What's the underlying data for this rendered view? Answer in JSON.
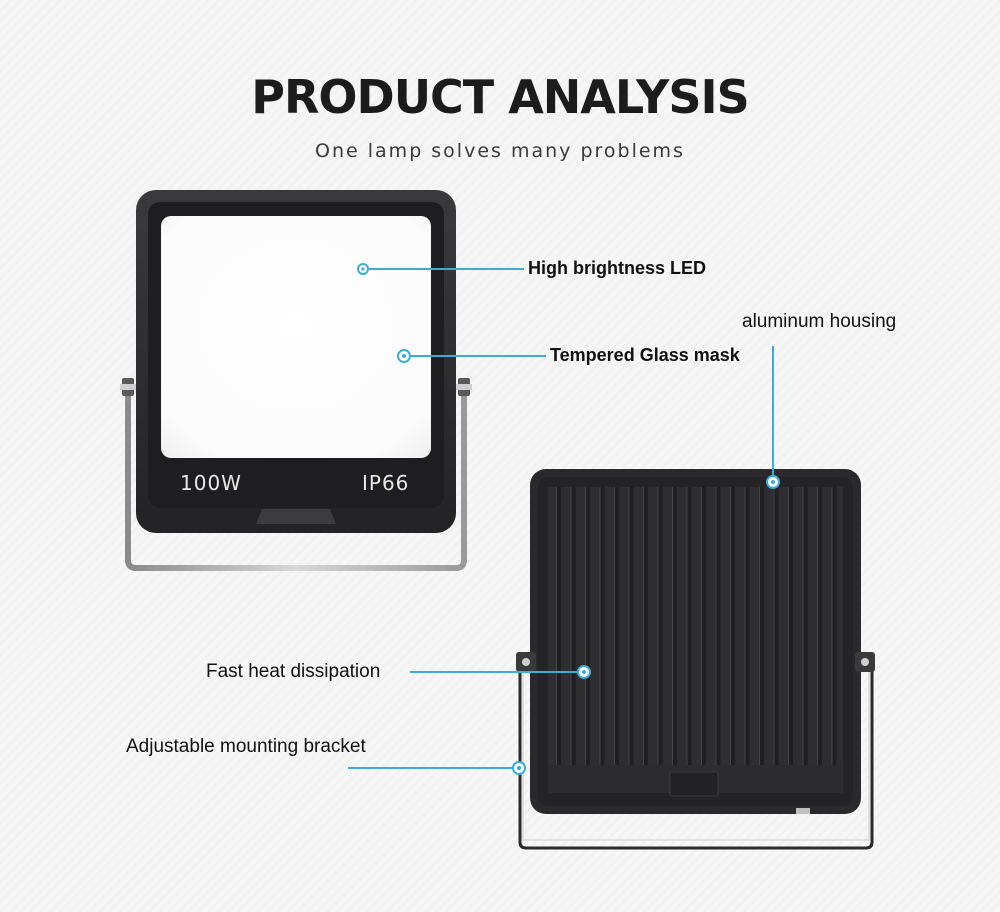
{
  "header": {
    "title": "PRODUCT ANALYSIS",
    "subtitle": "One lamp solves many problems"
  },
  "front_view": {
    "power_label": "100W",
    "rating_label": "IP66"
  },
  "callouts": {
    "led": "High brightness LED",
    "glass": "Tempered Glass mask",
    "housing": "aluminum housing",
    "heat": "Fast heat dissipation",
    "bracket": "Adjustable mounting bracket"
  },
  "colors": {
    "accent": "#3aaed8",
    "housing": "#2b2b2d",
    "panel": "#ffffff"
  }
}
